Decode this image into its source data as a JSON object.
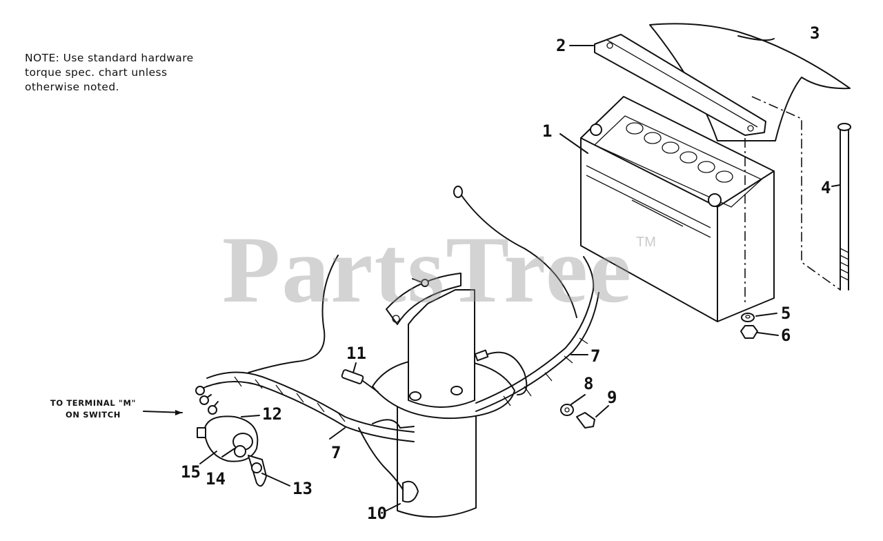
{
  "note": {
    "lines": [
      "NOTE: Use standard hardware",
      "torque spec. chart unless",
      "otherwise noted."
    ]
  },
  "terminal_note": {
    "lines": [
      "TO TERMINAL \"M\"",
      "ON SWITCH"
    ]
  },
  "callouts": {
    "c1": "1",
    "c2": "2",
    "c3": "3",
    "c4": "4",
    "c5": "5",
    "c6": "6",
    "c7a": "7",
    "c7b": "7",
    "c8": "8",
    "c9": "9",
    "c10": "10",
    "c11": "11",
    "c12": "12",
    "c13": "13",
    "c14": "14",
    "c15": "15"
  },
  "watermark": {
    "text": "PartsTree",
    "trademark": "TM"
  }
}
